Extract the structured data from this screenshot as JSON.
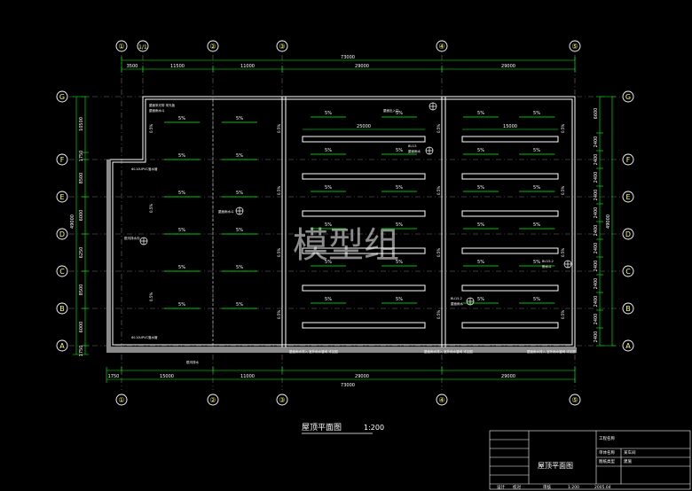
{
  "drawing": {
    "watermark": "模型组",
    "title": "屋顶平面图",
    "scale": "1:200",
    "grid_columns": [
      "①",
      "1/1",
      "②",
      "③",
      "④",
      "⑤"
    ],
    "grid_rows": [
      "G",
      "F",
      "E",
      "D",
      "C",
      "B",
      "A"
    ],
    "overall_dimension": "73000",
    "top_dimensions": [
      "3500",
      "11500",
      "11000",
      "29000",
      "29000"
    ],
    "bottom_dimensions": [
      "1750",
      "15000",
      "11000",
      "29000",
      "29000"
    ],
    "overall_dimension_bottom": "73000",
    "left_dimensions": [
      "10500",
      "1750",
      "8500",
      "6000",
      "6250",
      "8500",
      "6000",
      "1750"
    ],
    "left_total": "49000",
    "right_dimensions": [
      "6600",
      "2400",
      "2400",
      "2400",
      "2400",
      "2400",
      "2400",
      "2400",
      "2400",
      "2400",
      "2400",
      "2400",
      "2400"
    ],
    "right_total": "49000",
    "slope_label": "5%",
    "gutter_label": "0.5%",
    "inner_dims": [
      "25000",
      "15000"
    ],
    "notes": {
      "roof_drain_a": "屋面雨水斗",
      "pvc_pipe": "Φ110UPVC落水管",
      "skylight_a": "BU13",
      "skylight_b": "BU15-2",
      "skylight_c": "BU15-2",
      "parapet": "檐沟排水",
      "note_1": "屋面采光带 采光板",
      "note_2": "屋面出入口",
      "downpipe_a": "屋面雨水",
      "downpipe_b": "雨水斗",
      "gutter_note": "檐沟排水沟"
    },
    "callouts": [
      "屋面雨水排入 室外雨水管网 详见图",
      "屋面雨水排入 室外雨水管网 详见图",
      "屋面雨水排入 室外雨水管网 详见图"
    ],
    "title_block": {
      "title": "屋顶平面图",
      "row1_label": "工程名称",
      "row2_label": "单体名称",
      "row2_value": "某车间",
      "row3_label": "图纸类型",
      "row3_value": "建施",
      "footer": [
        "设计",
        "校对",
        "审核",
        "1:200",
        "2005.04"
      ]
    }
  },
  "colors": {
    "background": "#000000",
    "grid_axis": "#00ff00",
    "walls": "#ffffff",
    "dimension": "#00ff00",
    "text": "#ffffff",
    "slope_arrow": "#00ff00"
  }
}
